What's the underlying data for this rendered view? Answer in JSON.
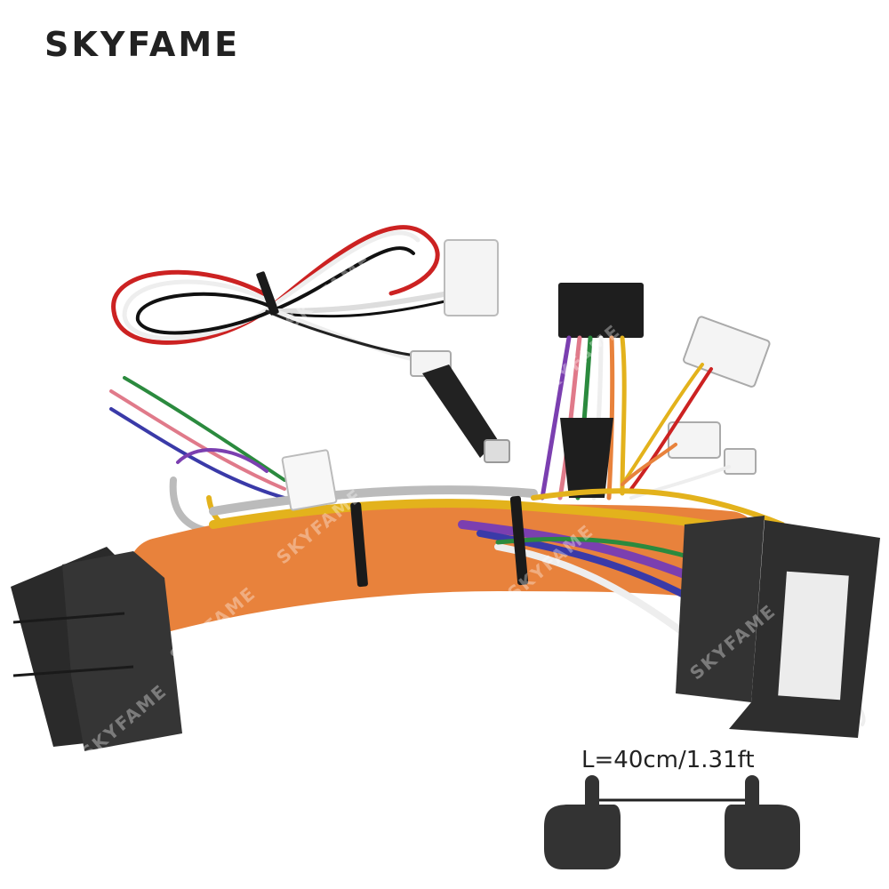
{
  "brand": {
    "name": "SKYFAME"
  },
  "product": {
    "length_label": "L=40cm/1.31ft",
    "icons": {
      "left_hand": "pointing-hand-icon",
      "right_hand": "pointing-hand-icon"
    }
  },
  "watermarks": [
    "SKYFAME",
    "SKYFAME",
    "SKYFAME",
    "SKYFAME",
    "SKYFAME",
    "SKYFAME",
    "SKYFAME"
  ],
  "colors": {
    "brand_text": "#222222",
    "orange_wire": "#e8823c",
    "connector": "#2e2e2e"
  }
}
